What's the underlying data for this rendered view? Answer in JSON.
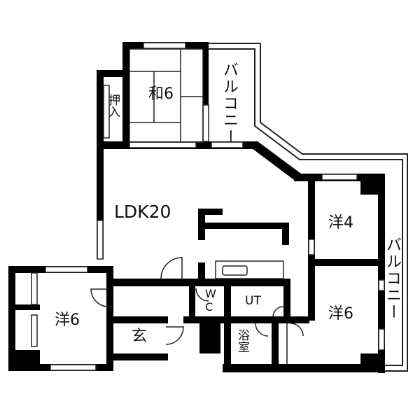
{
  "floor_plan": {
    "title": "",
    "colors": {
      "wall": "#000000",
      "line": "#222222",
      "background": "#ffffff"
    },
    "rooms": [
      {
        "id": "ldk",
        "label": "LDK20"
      },
      {
        "id": "washitsu",
        "label": "和6"
      },
      {
        "id": "oshiire",
        "label": "押入"
      },
      {
        "id": "balcony_north",
        "label": "バルコニー"
      },
      {
        "id": "balcony_east",
        "label": "バルコニー"
      },
      {
        "id": "western_4",
        "label": "洋4"
      },
      {
        "id": "western_6_east",
        "label": "洋6"
      },
      {
        "id": "western_6_west",
        "label": "洋6"
      },
      {
        "id": "genkan",
        "label": "玄"
      },
      {
        "id": "wc",
        "label": "WC"
      },
      {
        "id": "ut",
        "label": "UT"
      },
      {
        "id": "bath",
        "label": "浴室"
      }
    ]
  }
}
